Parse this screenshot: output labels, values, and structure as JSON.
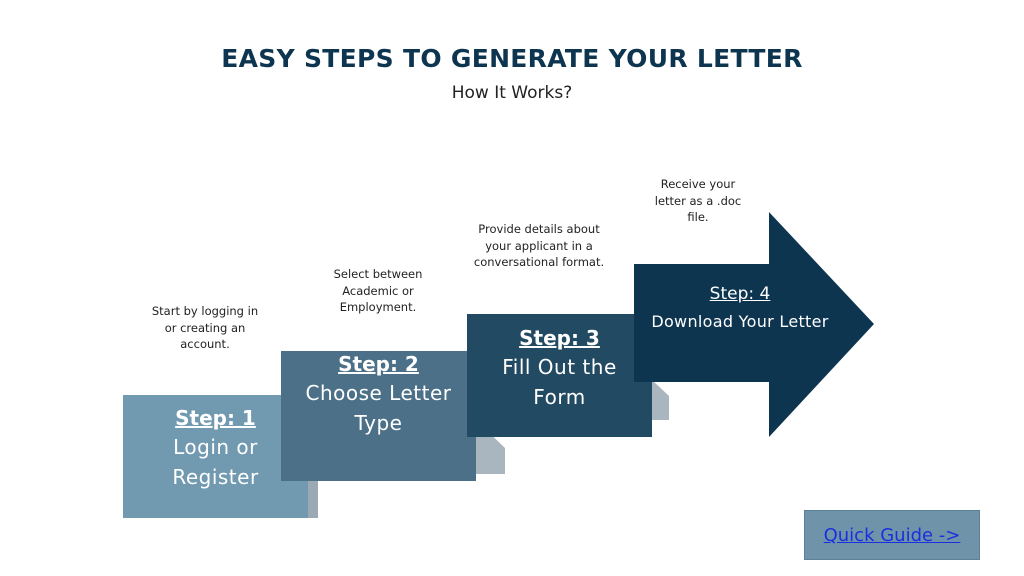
{
  "header": {
    "title": "EASY STEPS TO GENERATE YOUR LETTER",
    "subtitle": "How It Works?"
  },
  "steps": [
    {
      "label": "Step: 1",
      "name_lines": [
        "Login or",
        "Register"
      ],
      "description_lines": [
        "Start by logging in",
        "or creating an",
        "account."
      ],
      "color": "#7199b0"
    },
    {
      "label": "Step: 2",
      "name_lines": [
        "Choose Letter",
        "Type"
      ],
      "description_lines": [
        "Select between",
        "Academic or",
        "Employment."
      ],
      "color": "#4b7087"
    },
    {
      "label": "Step: 3",
      "name_lines": [
        "Fill Out the",
        "Form"
      ],
      "description_lines": [
        "Provide details about",
        "your applicant in a",
        "conversational format."
      ],
      "color": "#234a63"
    },
    {
      "label": "Step: 4",
      "name_lines": [
        "Download Your Letter"
      ],
      "description_lines": [
        "Receive your",
        "letter as a .doc",
        "file."
      ],
      "color": "#0d3550"
    }
  ],
  "quick_guide": {
    "label": "Quick Guide ->"
  }
}
